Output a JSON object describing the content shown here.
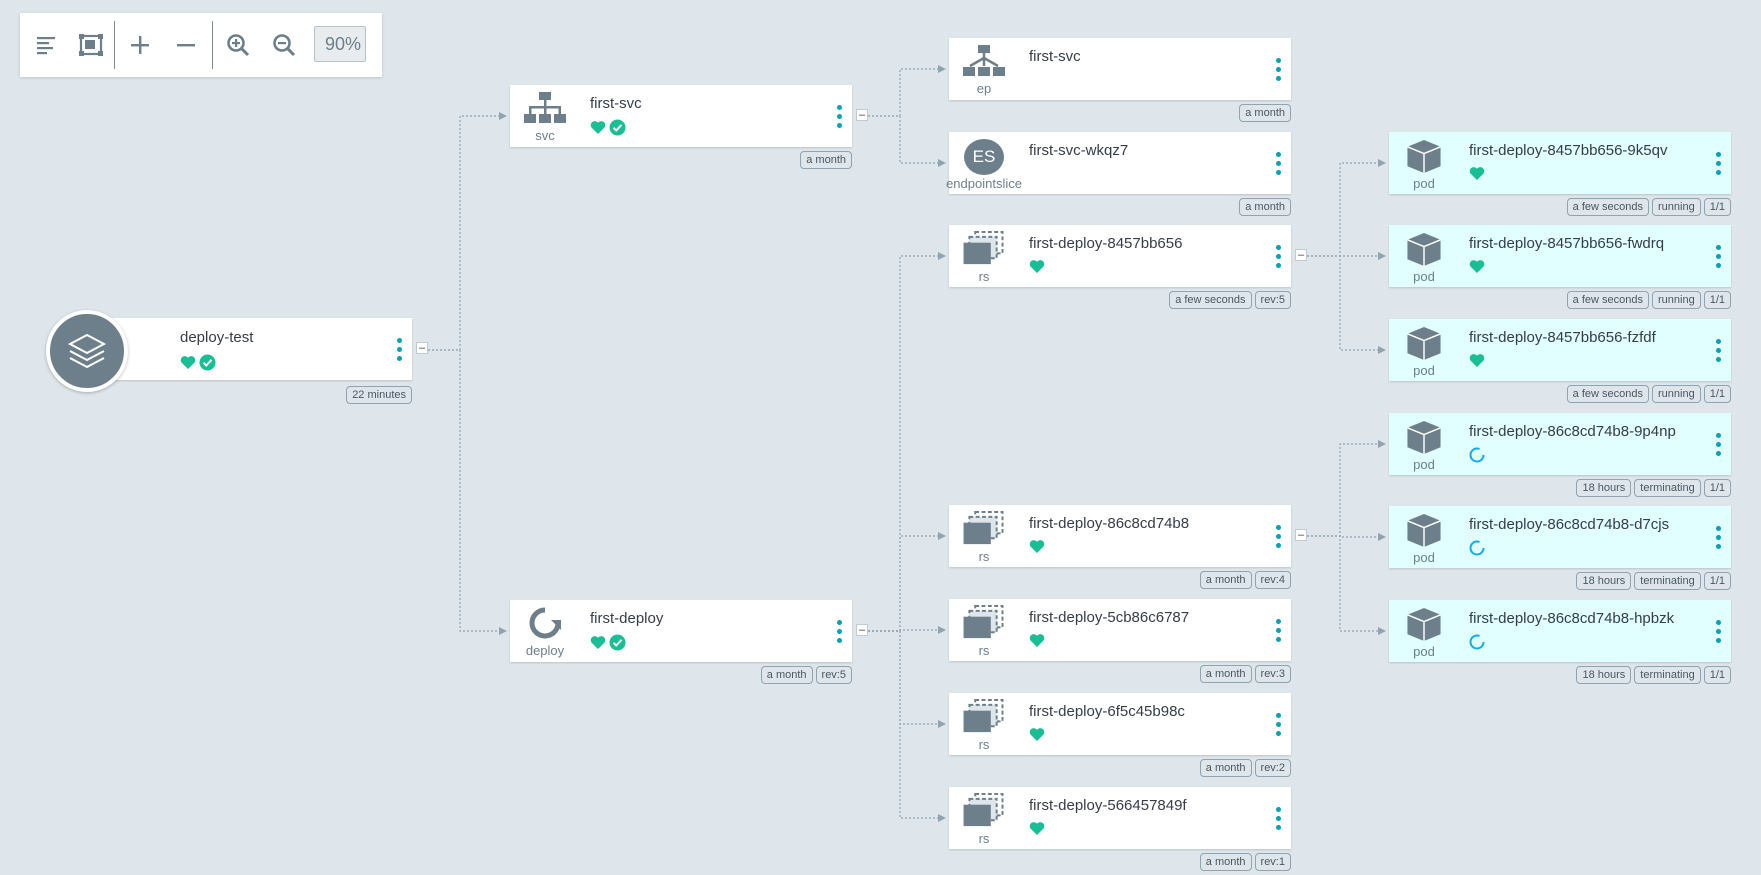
{
  "toolbar": {
    "zoom_level": "90%",
    "buttons": [
      "align-left-icon",
      "fit-screen-icon",
      "expand-icon",
      "collapse-icon",
      "zoom-in-icon",
      "zoom-out-icon"
    ]
  },
  "colors": {
    "background": "#dee6eb",
    "accent": "#00a2b3",
    "healthy": "#18be94",
    "pod_background": "#e0fffe",
    "progressing": "#0dadea"
  },
  "app": {
    "name": "deploy-test",
    "status": [
      "healthy",
      "synced"
    ],
    "tags": [
      "22 minutes"
    ]
  },
  "level1": [
    {
      "name": "first-svc",
      "kind": "svc",
      "status": [
        "healthy",
        "synced"
      ],
      "tags": [
        "a month"
      ]
    },
    {
      "name": "first-deploy",
      "kind": "deploy",
      "status": [
        "healthy",
        "synced"
      ],
      "tags": [
        "a month",
        "rev:5"
      ]
    }
  ],
  "level2": [
    {
      "name": "first-svc",
      "kind": "ep",
      "status": [],
      "tags": [
        "a month"
      ]
    },
    {
      "name": "first-svc-wkqz7",
      "kind": "endpointslice",
      "status": [],
      "tags": [
        "a month"
      ],
      "badge": "ES"
    },
    {
      "name": "first-deploy-8457bb656",
      "kind": "rs",
      "status": [
        "healthy"
      ],
      "tags": [
        "a few seconds",
        "rev:5"
      ]
    },
    {
      "name": "first-deploy-86c8cd74b8",
      "kind": "rs",
      "status": [
        "healthy"
      ],
      "tags": [
        "a month",
        "rev:4"
      ]
    },
    {
      "name": "first-deploy-5cb86c6787",
      "kind": "rs",
      "status": [
        "healthy"
      ],
      "tags": [
        "a month",
        "rev:3"
      ]
    },
    {
      "name": "first-deploy-6f5c45b98c",
      "kind": "rs",
      "status": [
        "healthy"
      ],
      "tags": [
        "a month",
        "rev:2"
      ]
    },
    {
      "name": "first-deploy-566457849f",
      "kind": "rs",
      "status": [
        "healthy"
      ],
      "tags": [
        "a month",
        "rev:1"
      ]
    }
  ],
  "pods": [
    {
      "name": "first-deploy-8457bb656-9k5qv",
      "kind": "pod",
      "status": [
        "healthy"
      ],
      "tags": [
        "a few seconds",
        "running",
        "1/1"
      ]
    },
    {
      "name": "first-deploy-8457bb656-fwdrq",
      "kind": "pod",
      "status": [
        "healthy"
      ],
      "tags": [
        "a few seconds",
        "running",
        "1/1"
      ]
    },
    {
      "name": "first-deploy-8457bb656-fzfdf",
      "kind": "pod",
      "status": [
        "healthy"
      ],
      "tags": [
        "a few seconds",
        "running",
        "1/1"
      ]
    },
    {
      "name": "first-deploy-86c8cd74b8-9p4np",
      "kind": "pod",
      "status": [
        "progressing"
      ],
      "tags": [
        "18 hours",
        "terminating",
        "1/1"
      ]
    },
    {
      "name": "first-deploy-86c8cd74b8-d7cjs",
      "kind": "pod",
      "status": [
        "progressing"
      ],
      "tags": [
        "18 hours",
        "terminating",
        "1/1"
      ]
    },
    {
      "name": "first-deploy-86c8cd74b8-hpbzk",
      "kind": "pod",
      "status": [
        "progressing"
      ],
      "tags": [
        "18 hours",
        "terminating",
        "1/1"
      ]
    }
  ]
}
